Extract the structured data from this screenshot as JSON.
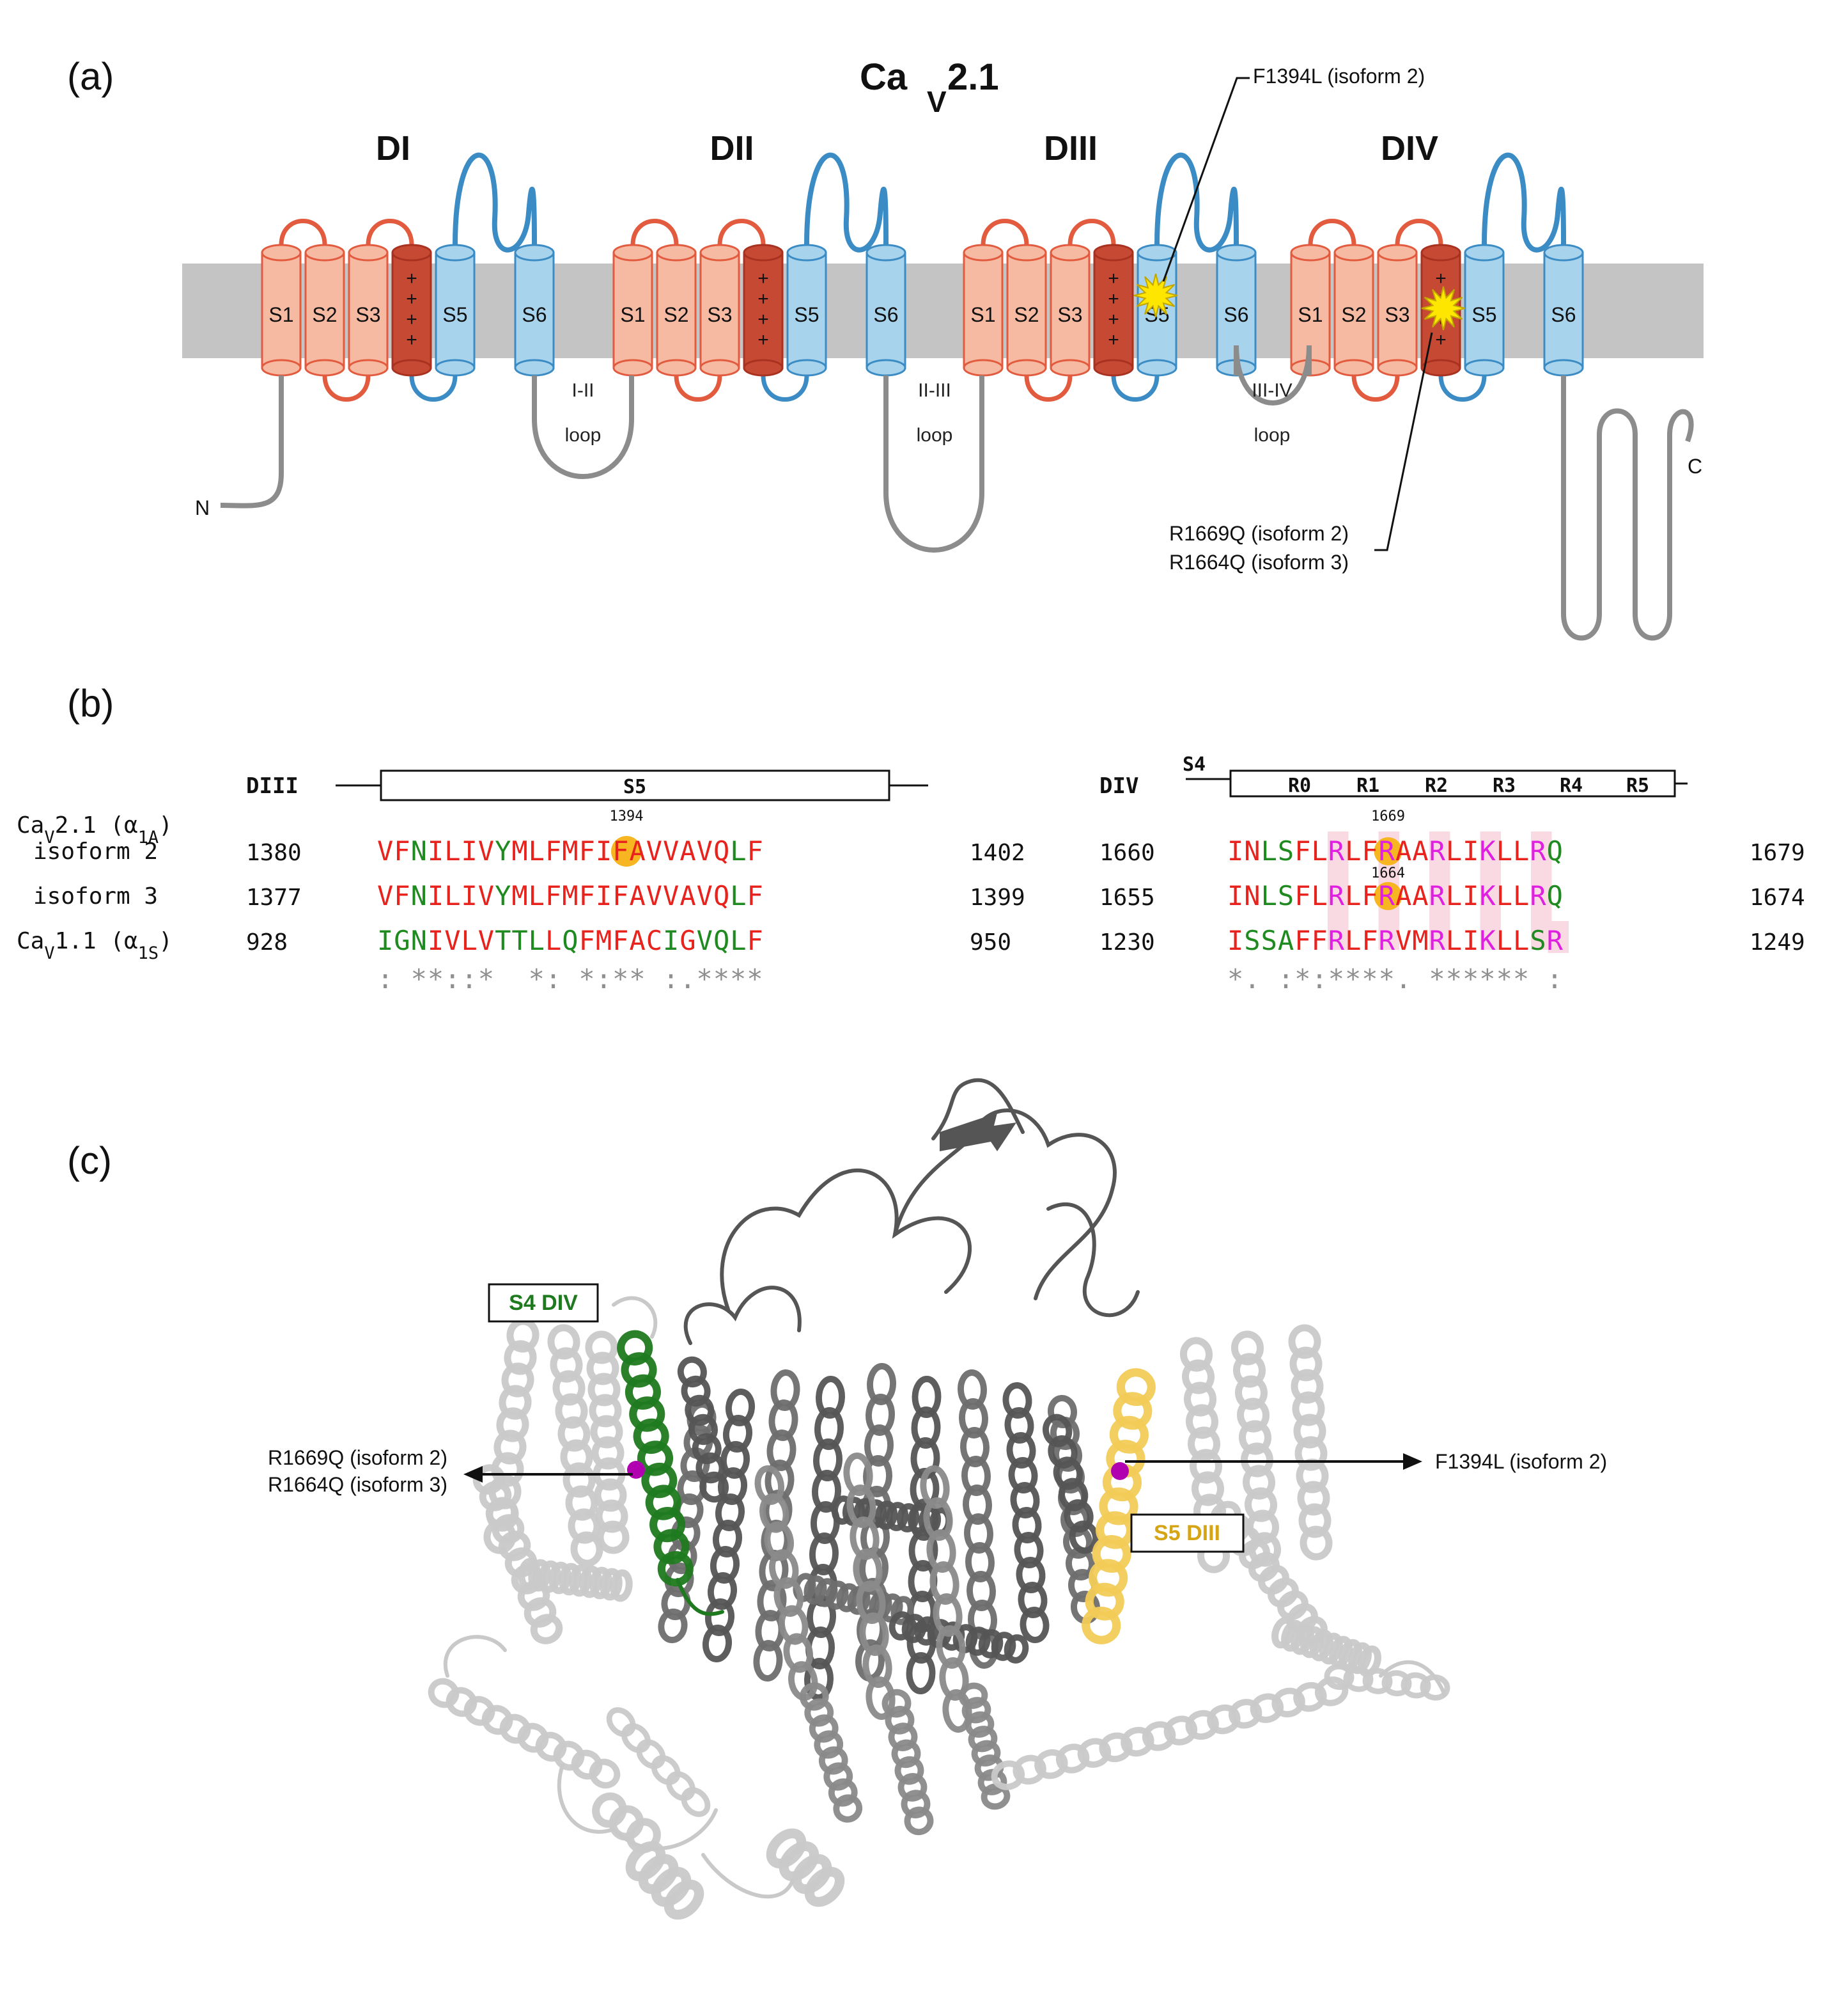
{
  "panel_a": {
    "label": "(a)",
    "title_main": "Ca",
    "title_sub": "V",
    "title_tail": "2.1",
    "domains": [
      "DI",
      "DII",
      "DIII",
      "DIV"
    ],
    "segments": [
      "S1",
      "S2",
      "S3",
      "S5",
      "S6"
    ],
    "loops": [
      {
        "line1": "I-II",
        "line2": "loop"
      },
      {
        "line1": "II-III",
        "line2": "loop"
      },
      {
        "line1": "III-IV",
        "line2": "loop"
      }
    ],
    "n_label": "N",
    "c_label": "C",
    "mutation_f": "F1394L (isoform 2)",
    "mutation_r1": "R1669Q (isoform 2)",
    "mutation_r2": "R1664Q (isoform 3)",
    "s4_charge": "+",
    "colors": {
      "membrane": "#c4c4c4",
      "salmon": "#f6b9a2",
      "salmon_stroke": "#e25b3f",
      "s4": "#c64a33",
      "blue": "#a8d3ec",
      "blue_stroke": "#3b8cc4",
      "tail": "#8c8c8c",
      "star": "#ffe600"
    }
  },
  "panel_b": {
    "label": "(b)",
    "diii": {
      "domain": "DIII",
      "segment": "S5",
      "marker": "1394",
      "rows": [
        {
          "start": "1380",
          "seq": "VFNILIVYMLFMFIFAVVAVQLF",
          "end": "1402"
        },
        {
          "start": "1377",
          "seq": "VFNILIVYMLFMFIFAVVAVQLF",
          "end": "1399"
        },
        {
          "start": "928",
          "seq": "IGNIVLVTTLLQFMFACIGVQLF",
          "end": "950"
        }
      ],
      "conservation": ": **::*  *: *:** :.****"
    },
    "div": {
      "domain": "DIV",
      "segment": "S4",
      "r_labels": [
        "R0",
        "R1",
        "R2",
        "R3",
        "R4",
        "R5"
      ],
      "marker_top": "1669",
      "marker_mid": "1664",
      "rows": [
        {
          "start": "1660",
          "seq": "INLSFLRLFRAARLIKLLRQ",
          "end": "1679"
        },
        {
          "start": "1655",
          "seq": "INLSFLRLFRAARLIKLLRQ",
          "end": "1674"
        },
        {
          "start": "1230",
          "seq": "ISSAFFRLFRVMRLIKLLSR",
          "end": "1249"
        }
      ],
      "conservation": "*. :*:****. ****** :"
    },
    "row_labels": {
      "r1_main": "Ca",
      "r1_sub": "V",
      "r1_tail": "2.1 (α",
      "r1_sub2": "1A",
      "r1_close": ")",
      "r1_iso": "isoform 2",
      "r2": "isoform 3",
      "r3_main": "Ca",
      "r3_sub": "V",
      "r3_tail": "1.1 (α",
      "r3_sub2": "1S",
      "r3_close": ")"
    },
    "colors": {
      "red": "#e8221c",
      "green": "#1f8a1f",
      "magenta": "#e020e0",
      "pink": "#f9d9e2",
      "orange": "#f7b521",
      "grey": "#8f8f8f"
    }
  },
  "panel_c": {
    "label": "(c)",
    "s4_label": "S4 DIV",
    "s5_label": "S5 DIII",
    "left_line1": "R1669Q (isoform 2)",
    "left_line2": "R1664Q (isoform 3)",
    "right": "F1394L (isoform 2)",
    "colors": {
      "dark": "#555555",
      "mid": "#8a8a8a",
      "light": "#c9c9c9",
      "green": "#1f7a1f",
      "yellow": "#f2cb57",
      "label_yellow": "#d6a516",
      "magenta": "#b000b0"
    }
  }
}
